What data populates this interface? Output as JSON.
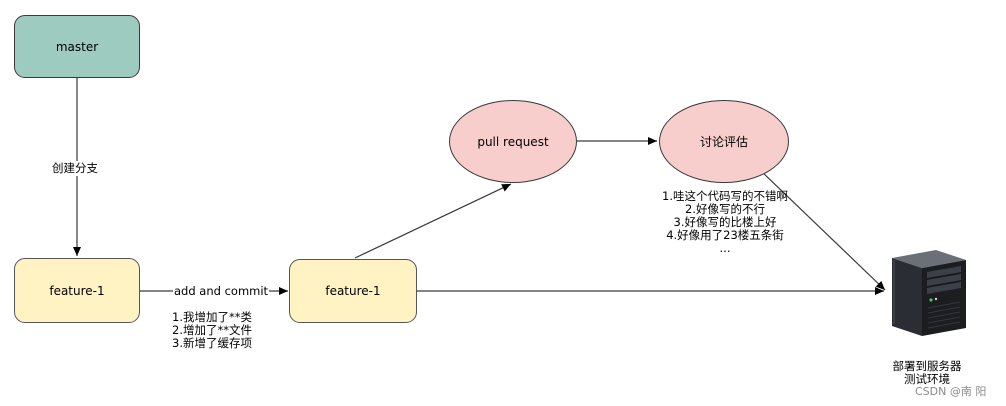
{
  "nodes": {
    "master": "master",
    "feature_left": "feature-1",
    "feature_mid": "feature-1",
    "pull_request": "pull request",
    "discussion": "讨论评估"
  },
  "edge_labels": {
    "create_branch": "创建分支",
    "add_commit": "add and commit"
  },
  "notes": {
    "commit_notes": [
      "1.我增加了**类",
      "2.增加了**文件",
      "3.新增了缓存项"
    ],
    "discussion_notes": [
      "1.哇这个代码写的不错啊",
      "2.好像写的不行",
      "3.好像写的比楼上好",
      "4.好像用了23楼五条街",
      "..."
    ]
  },
  "server": {
    "icon": "server-tower-icon",
    "caption_line1": "部署到服务器",
    "caption_line2": "测试环境"
  },
  "watermark": "CSDN @南 阳",
  "colors": {
    "master_fill": "#9dcbc0",
    "feature_fill": "#fff2c3",
    "ellipse_fill": "#f8cecc",
    "edge": "#3a3a3a"
  }
}
